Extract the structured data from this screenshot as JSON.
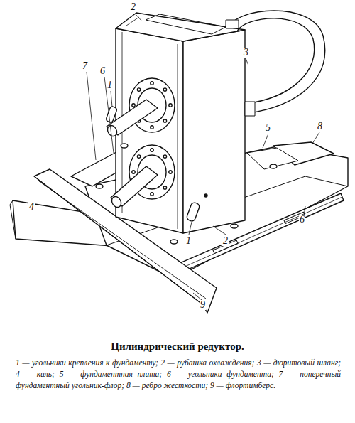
{
  "diagram": {
    "title": "Цилиндрический редуктор.",
    "caption": "1 — угольники крепления к фундаменту; 2 — рубашка охлаждения; 3 — дюритовый шланг; 4 — киль; 5 — фундаментная плита; 6 — угольники фундамента; 7 — поперечный фундаментный угольник-флор; 8 — ребро жесткости; 9 — флортимберс.",
    "labels": [
      "2",
      "3",
      "7",
      "6",
      "1",
      "5",
      "8",
      "4",
      "1",
      "2",
      "6",
      "9"
    ]
  }
}
